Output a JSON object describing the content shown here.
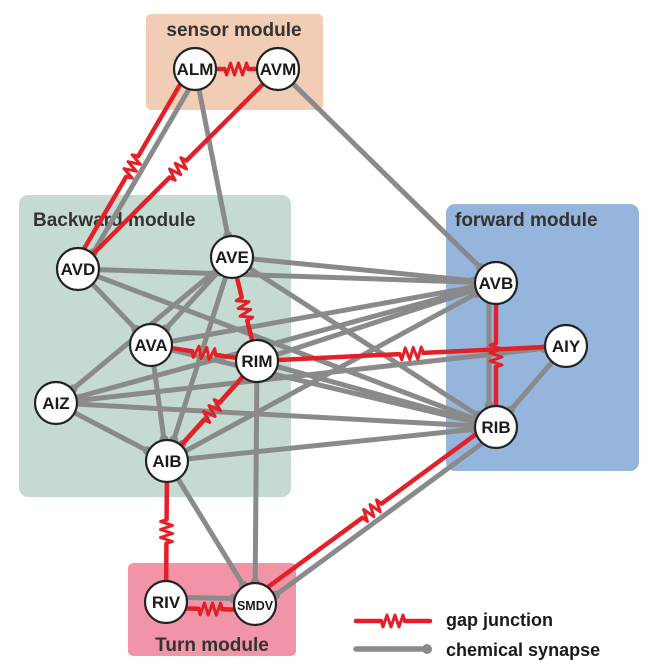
{
  "colors": {
    "gap": "#e32027",
    "chemical": "#8a8a8a",
    "node_fill": "#ffffff",
    "node_stroke": "#222222",
    "sensor_module": "#f0cdb4",
    "backward_module": "#c5dbd1",
    "forward_module": "#95b5dc",
    "turn_module": "#f294a8"
  },
  "modules": {
    "sensor": "sensor module",
    "backward": "Backward module",
    "forward": "forward module",
    "turn": "Turn module"
  },
  "nodes": {
    "ALM": "ALM",
    "AVM": "AVM",
    "AVD": "AVD",
    "AVE": "AVE",
    "AVA": "AVA",
    "RIM": "RIM",
    "AIZ": "AIZ",
    "AIB": "AIB",
    "AVB": "AVB",
    "AIY": "AIY",
    "RIB": "RIB",
    "RIV": "RIV",
    "SMDV": "SMDV"
  },
  "connections": {
    "gap": [
      [
        "ALM",
        "AVM"
      ],
      [
        "ALM",
        "AVD"
      ],
      [
        "AVM",
        "AVD"
      ],
      [
        "AVE",
        "RIM"
      ],
      [
        "AVA",
        "RIM"
      ],
      [
        "RIM",
        "AIB"
      ],
      [
        "RIM",
        "AIY"
      ],
      [
        "AVB",
        "RIB"
      ],
      [
        "AIB",
        "RIV"
      ],
      [
        "RIV",
        "SMDV"
      ],
      [
        "RIB",
        "SMDV"
      ]
    ],
    "chemical": [
      [
        "ALM",
        "AVD"
      ],
      [
        "ALM",
        "AVE"
      ],
      [
        "AVM",
        "AVB"
      ],
      [
        "AVD",
        "AVB"
      ],
      [
        "AVD",
        "AVA"
      ],
      [
        "AVD",
        "RIB"
      ],
      [
        "AVE",
        "AVB"
      ],
      [
        "AVE",
        "AVA"
      ],
      [
        "AVE",
        "AIZ"
      ],
      [
        "AVE",
        "AIB"
      ],
      [
        "AVE",
        "RIB"
      ],
      [
        "AVA",
        "AVB"
      ],
      [
        "AVA",
        "AIB"
      ],
      [
        "AVA",
        "RIB"
      ],
      [
        "RIM",
        "AVB"
      ],
      [
        "RIM",
        "RIB"
      ],
      [
        "RIM",
        "AIB"
      ],
      [
        "RIM",
        "SMDV"
      ],
      [
        "AIZ",
        "AVB"
      ],
      [
        "AIZ",
        "AIY"
      ],
      [
        "AIZ",
        "AIB"
      ],
      [
        "AIZ",
        "RIB"
      ],
      [
        "AIB",
        "AVB"
      ],
      [
        "AIB",
        "RIB"
      ],
      [
        "AIB",
        "SMDV"
      ],
      [
        "AVB",
        "RIB"
      ],
      [
        "AIY",
        "RIB"
      ],
      [
        "RIB",
        "SMDV"
      ],
      [
        "RIV",
        "SMDV"
      ]
    ]
  },
  "legend": {
    "gap": "gap junction",
    "chemical": "chemical synapse"
  }
}
